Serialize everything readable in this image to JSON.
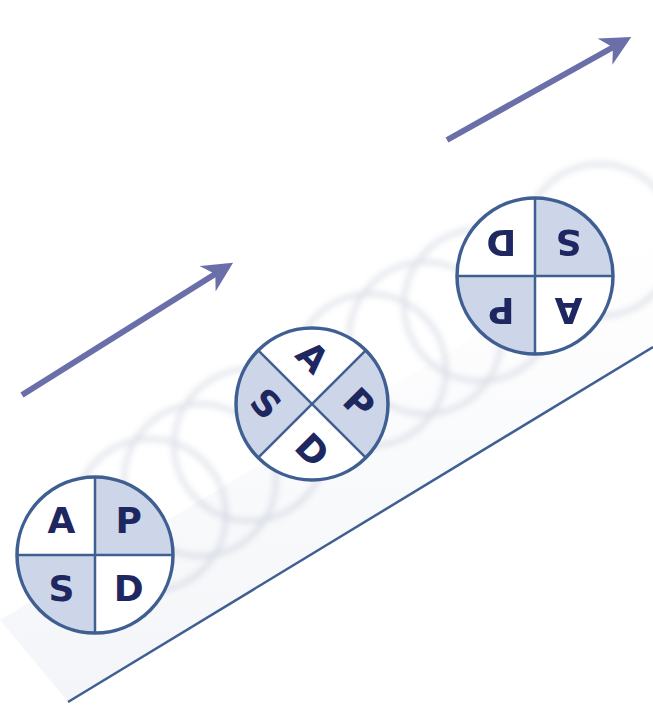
{
  "diagram": {
    "nodes": [
      {
        "text": [
          "A",
          "P",
          "S",
          "D"
        ]
      },
      {
        "text": [
          "A",
          "P",
          "S",
          "D"
        ]
      },
      {
        "text": [
          "A",
          "P",
          "S",
          "D"
        ]
      }
    ]
  }
}
